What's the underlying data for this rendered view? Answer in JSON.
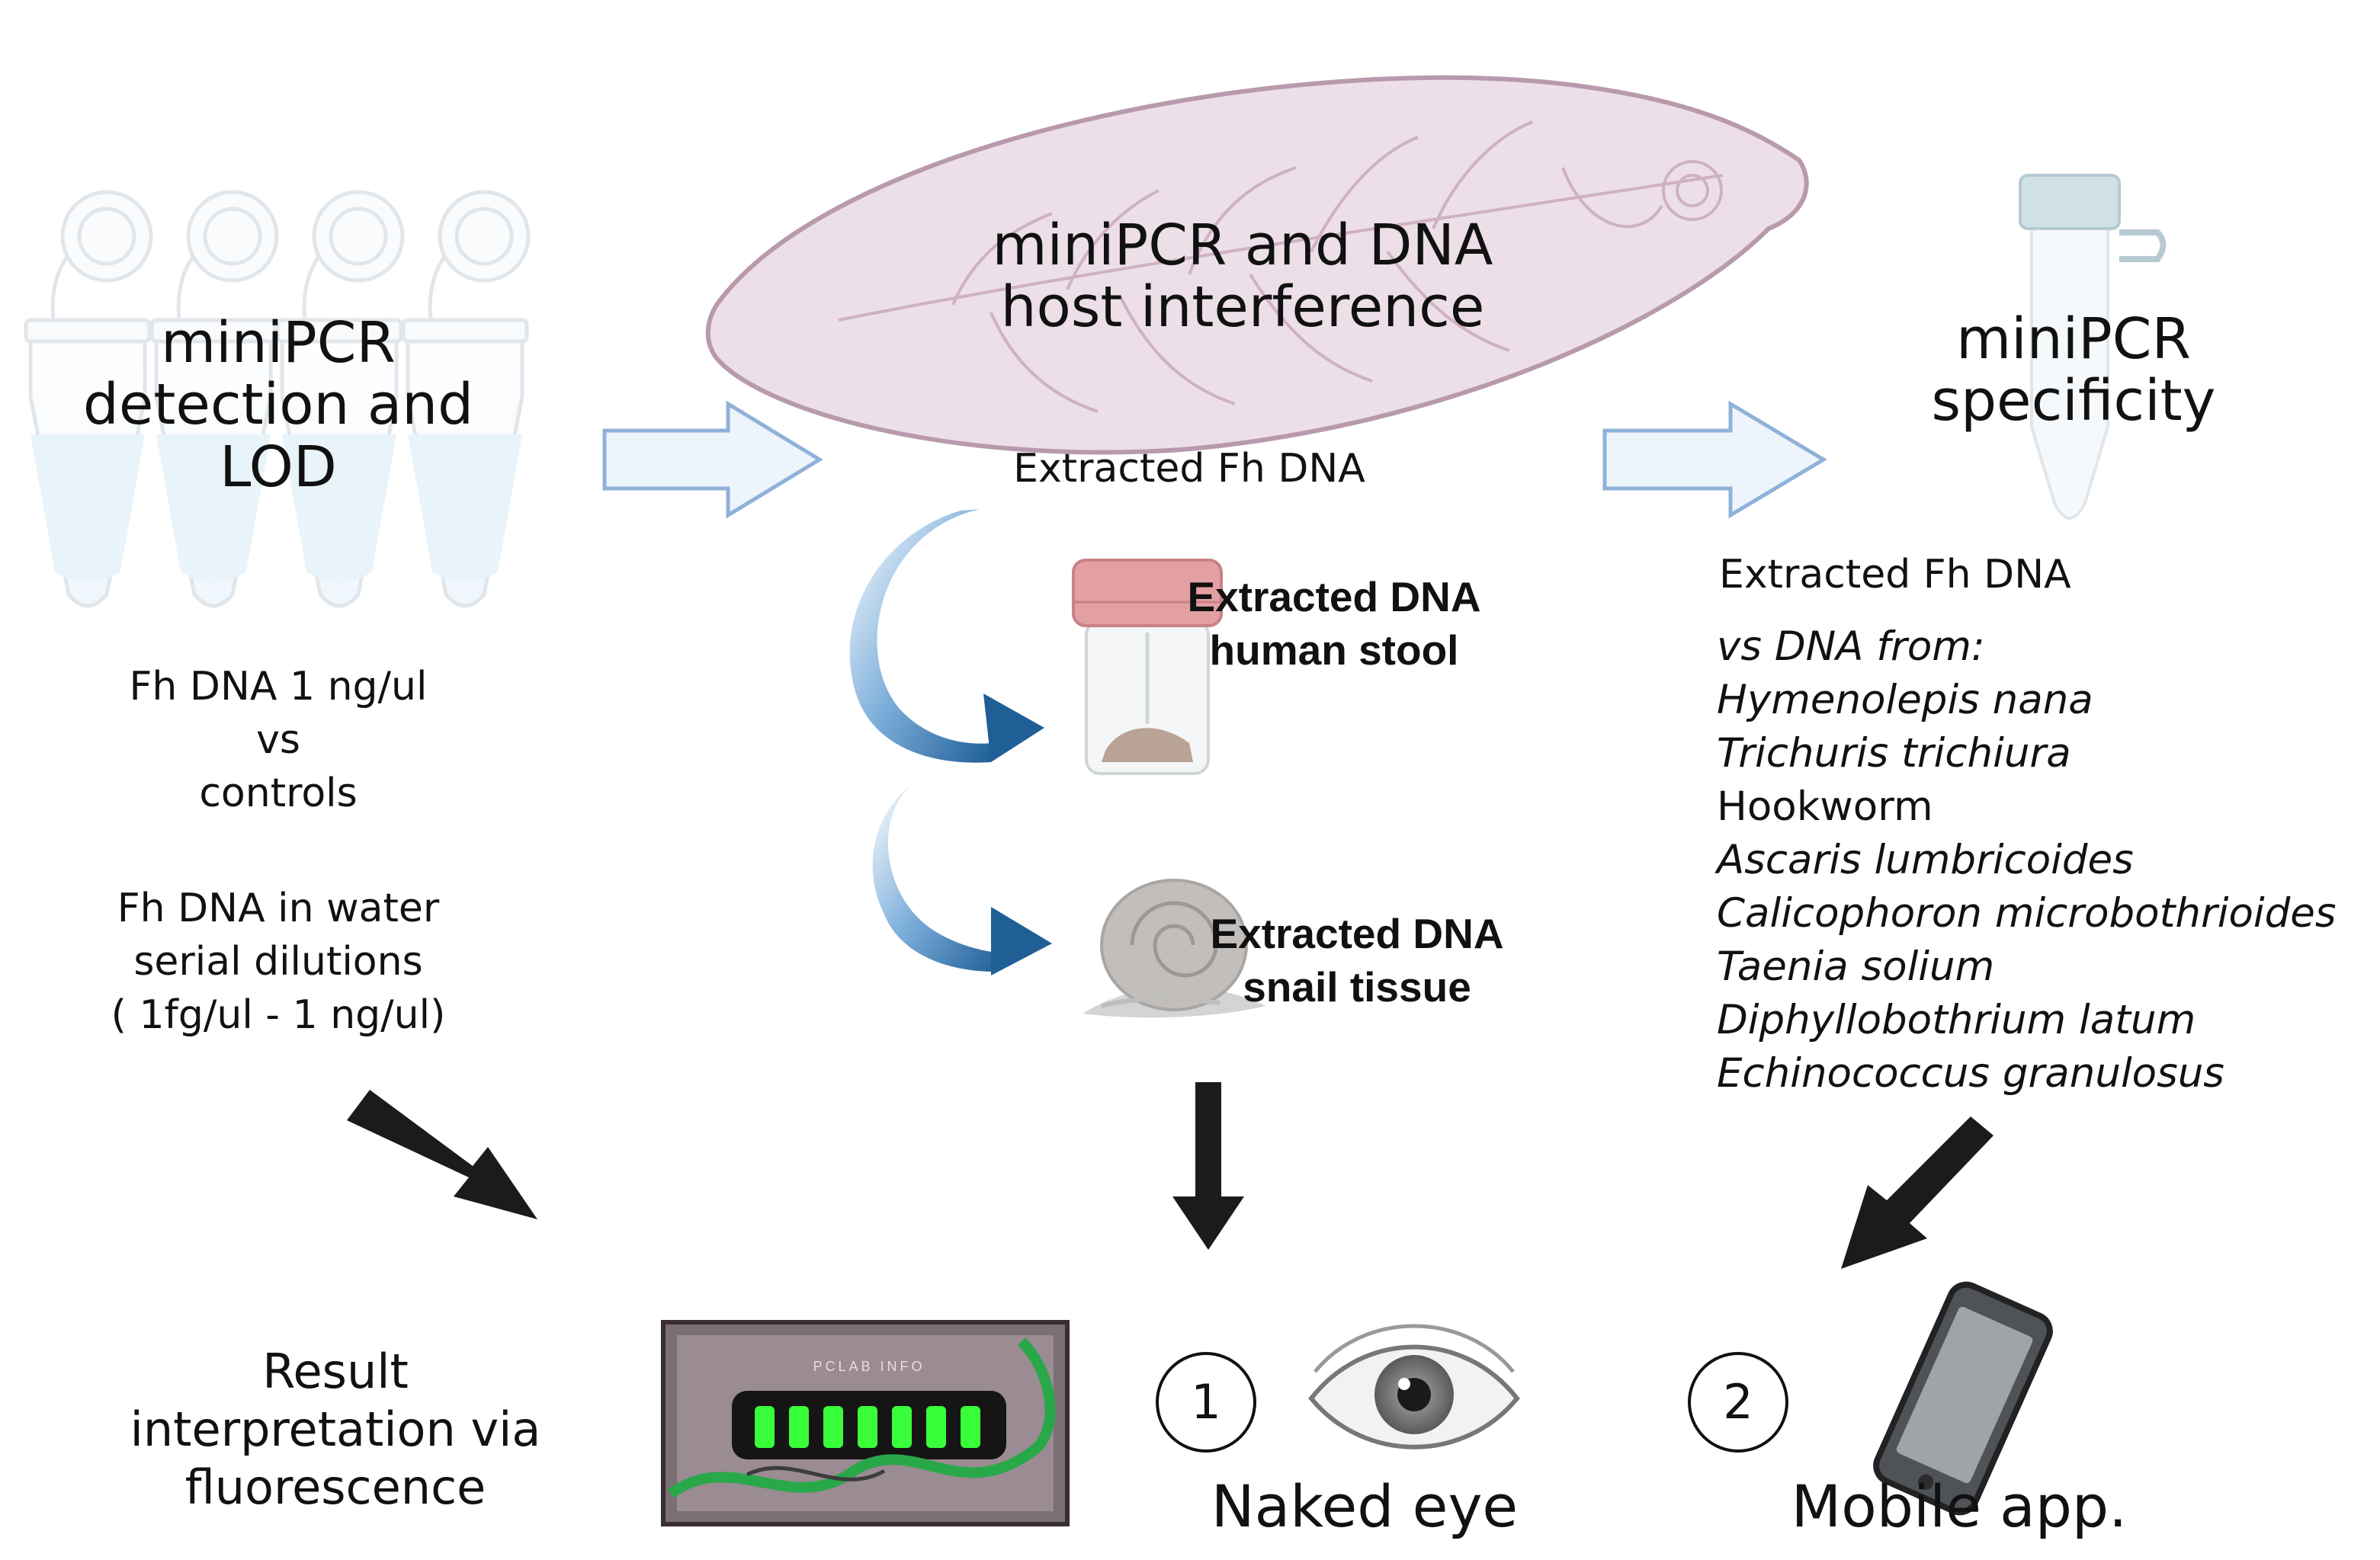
{
  "panels": {
    "left": {
      "title": [
        "miniPCR",
        "detection and",
        "LOD"
      ],
      "text1": [
        "Fh DNA 1 ng/ul",
        "vs",
        "controls"
      ],
      "text2": [
        "Fh DNA in water",
        "serial dilutions",
        "( 1fg/ul - 1 ng/ul)"
      ]
    },
    "center": {
      "title": [
        "miniPCR and DNA",
        "host interference"
      ],
      "extracted": "Extracted Fh DNA",
      "stool": [
        "Extracted  DNA",
        "human stool"
      ],
      "snail": [
        "Extracted  DNA",
        "snail tissue"
      ]
    },
    "right": {
      "title": [
        "miniPCR",
        "specificity"
      ],
      "extracted": "Extracted Fh DNA",
      "vs_label": "vs DNA from:",
      "species": [
        {
          "name": "Hymenolepis nana",
          "italic": true
        },
        {
          "name": "Trichuris trichiura",
          "italic": true
        },
        {
          "name": "Hookworm",
          "italic": false
        },
        {
          "name": "Ascaris lumbricoides",
          "italic": true
        },
        {
          "name": "Calicophoron microbothrioides",
          "italic": true
        },
        {
          "name": "Taenia solium",
          "italic": true
        },
        {
          "name": "Diphyllobothrium latum",
          "italic": true
        },
        {
          "name": "Echinococcus granulosus",
          "italic": true
        }
      ]
    }
  },
  "results": {
    "interpretation": [
      "Result",
      "interpretation via",
      "fluorescence"
    ],
    "option1_num": "1",
    "option1_label": "Naked eye",
    "option2_num": "2",
    "option2_label": "Mobile app.",
    "gel_header": "PCLAB INFO"
  },
  "colors": {
    "arrow_fill": "#eef4fb",
    "arrow_stroke": "#8fb1d9",
    "curve_dark": "#1f5f96",
    "fluke_fill": "#ecdfe7",
    "fluke_stroke": "#b89aac",
    "glow": "#39ff3a",
    "black_arrow": "#1b1b1b"
  },
  "icons": [
    "pcr-tube-icon",
    "fluke-icon",
    "stool-jar-icon",
    "snail-icon",
    "single-tube-icon",
    "eye-icon",
    "phone-icon",
    "gel-device-icon"
  ]
}
